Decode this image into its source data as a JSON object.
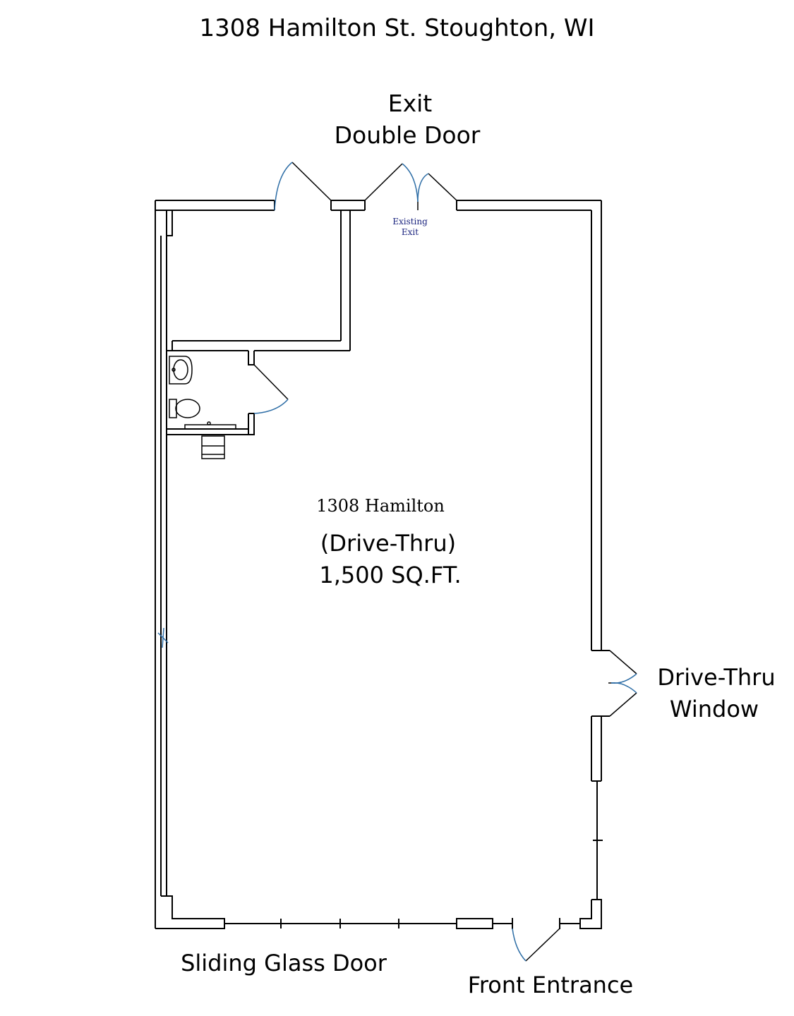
{
  "title": "1308 Hamilton St. Stoughton, WI",
  "labels": {
    "exit_line1": "Exit",
    "exit_line2": "Double Door",
    "existing_exit_line1": "Existing",
    "existing_exit_line2": "Exit",
    "unit_name": "1308 Hamilton",
    "unit_type": "(Drive-Thru)",
    "unit_area": "1,500 SQ.FT.",
    "drive_thru_line1": "Drive-Thru",
    "drive_thru_line2": "Window",
    "sliding_door": "Sliding Glass Door",
    "front_entrance": "Front Entrance"
  },
  "colors": {
    "wall": "#000000",
    "door_swing": "#2e6ea6",
    "existing_exit_text": "#1a237e",
    "background": "#ffffff"
  }
}
